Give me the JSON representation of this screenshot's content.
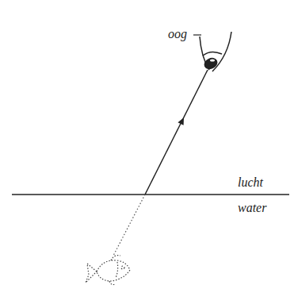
{
  "diagram": {
    "labels": [
      "oog",
      "lucht",
      "water"
    ]
  }
}
